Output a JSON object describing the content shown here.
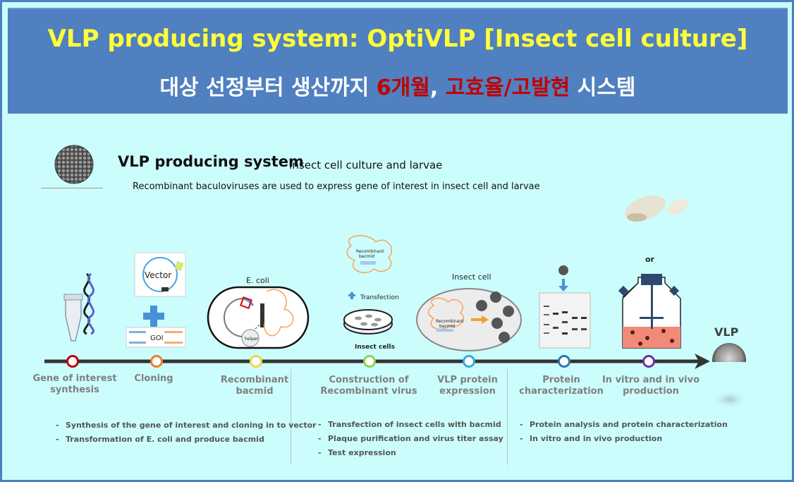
{
  "banner": {
    "title": "VLP producing system: OptiVLP [Insect cell culture]",
    "subtitle_part1": "대상 선정부터 생산까지 ",
    "subtitle_red1": "6개월",
    "subtitle_part2": ", ",
    "subtitle_red2": "고효율/고발현",
    "subtitle_part3": " 시스템"
  },
  "system": {
    "title": "VLP producing system",
    "subtitle": "Insect cell culture and larvae",
    "description": "Recombinant baculoviruses are used to express gene of interest in insect cell and larvae"
  },
  "steps": [
    {
      "line1": "Gene of interest",
      "line2": "synthesis",
      "color": "#c00000"
    },
    {
      "line1": "Cloning",
      "line2": "",
      "color": "#ed7d31"
    },
    {
      "line1": "Recombinant",
      "line2": "bacmid",
      "color": "#f2d64b"
    },
    {
      "line1": "Construction of",
      "line2": "Recombinant virus",
      "color": "#92d050"
    },
    {
      "line1": "VLP protein",
      "line2": "expression",
      "color": "#2fb0d9"
    },
    {
      "line1": "Protein",
      "line2": "characterization",
      "color": "#2e75b6"
    },
    {
      "line1": "In vitro and in vivo",
      "line2": "production",
      "color": "#7030a0"
    }
  ],
  "end_label": "VLP",
  "illustrations": {
    "vector": "Vector",
    "goi": "GOI",
    "ecoli": "E. coli",
    "helper": "helper",
    "recombinant_bacmid_1": "Recombinant",
    "recombinant_bacmid_2": "bacmid",
    "transfection": "Transfection",
    "insect_cells": "Insect cells",
    "insect_cell": "Insect cell",
    "or": "or"
  },
  "bullets": {
    "group1": [
      "Synthesis of the gene of interest and cloning in to vector",
      "Transformation of E. coli and produce bacmid"
    ],
    "group2": [
      "Transfection of insect cells with bacmid",
      "Plaque purification and virus titer assay",
      "Test expression"
    ],
    "group3": [
      "Protein analysis and protein characterization",
      "In vitro and in vivo production"
    ]
  },
  "colors": {
    "banner_bg": "#5080bf",
    "title_yellow": "#ffff3a",
    "accent_red": "#c00000",
    "canvas_bg": "#ccfdfd",
    "timeline": "#333333"
  }
}
